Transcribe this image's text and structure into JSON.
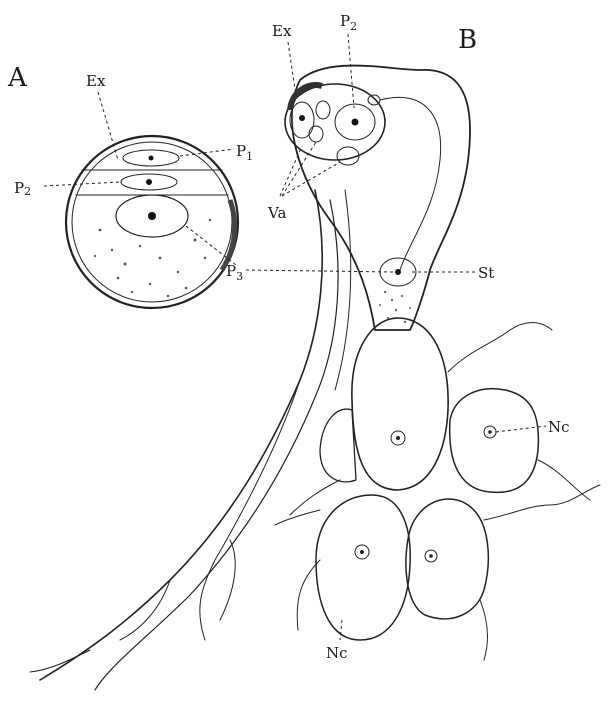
{
  "panels": {
    "a": {
      "letter": "A"
    },
    "b": {
      "letter": "B"
    }
  },
  "labels": {
    "ex_a": "Ex",
    "p1_base": "P",
    "p1_sub": "1",
    "p2_a_base": "P",
    "p2_a_sub": "2",
    "p3_base": "P",
    "p3_sub": "3",
    "ex_b": "Ex",
    "p2_b_base": "P",
    "p2_b_sub": "2",
    "va": "Va",
    "st": "St",
    "nc_right": "Nc",
    "nc_bottom": "Nc"
  }
}
